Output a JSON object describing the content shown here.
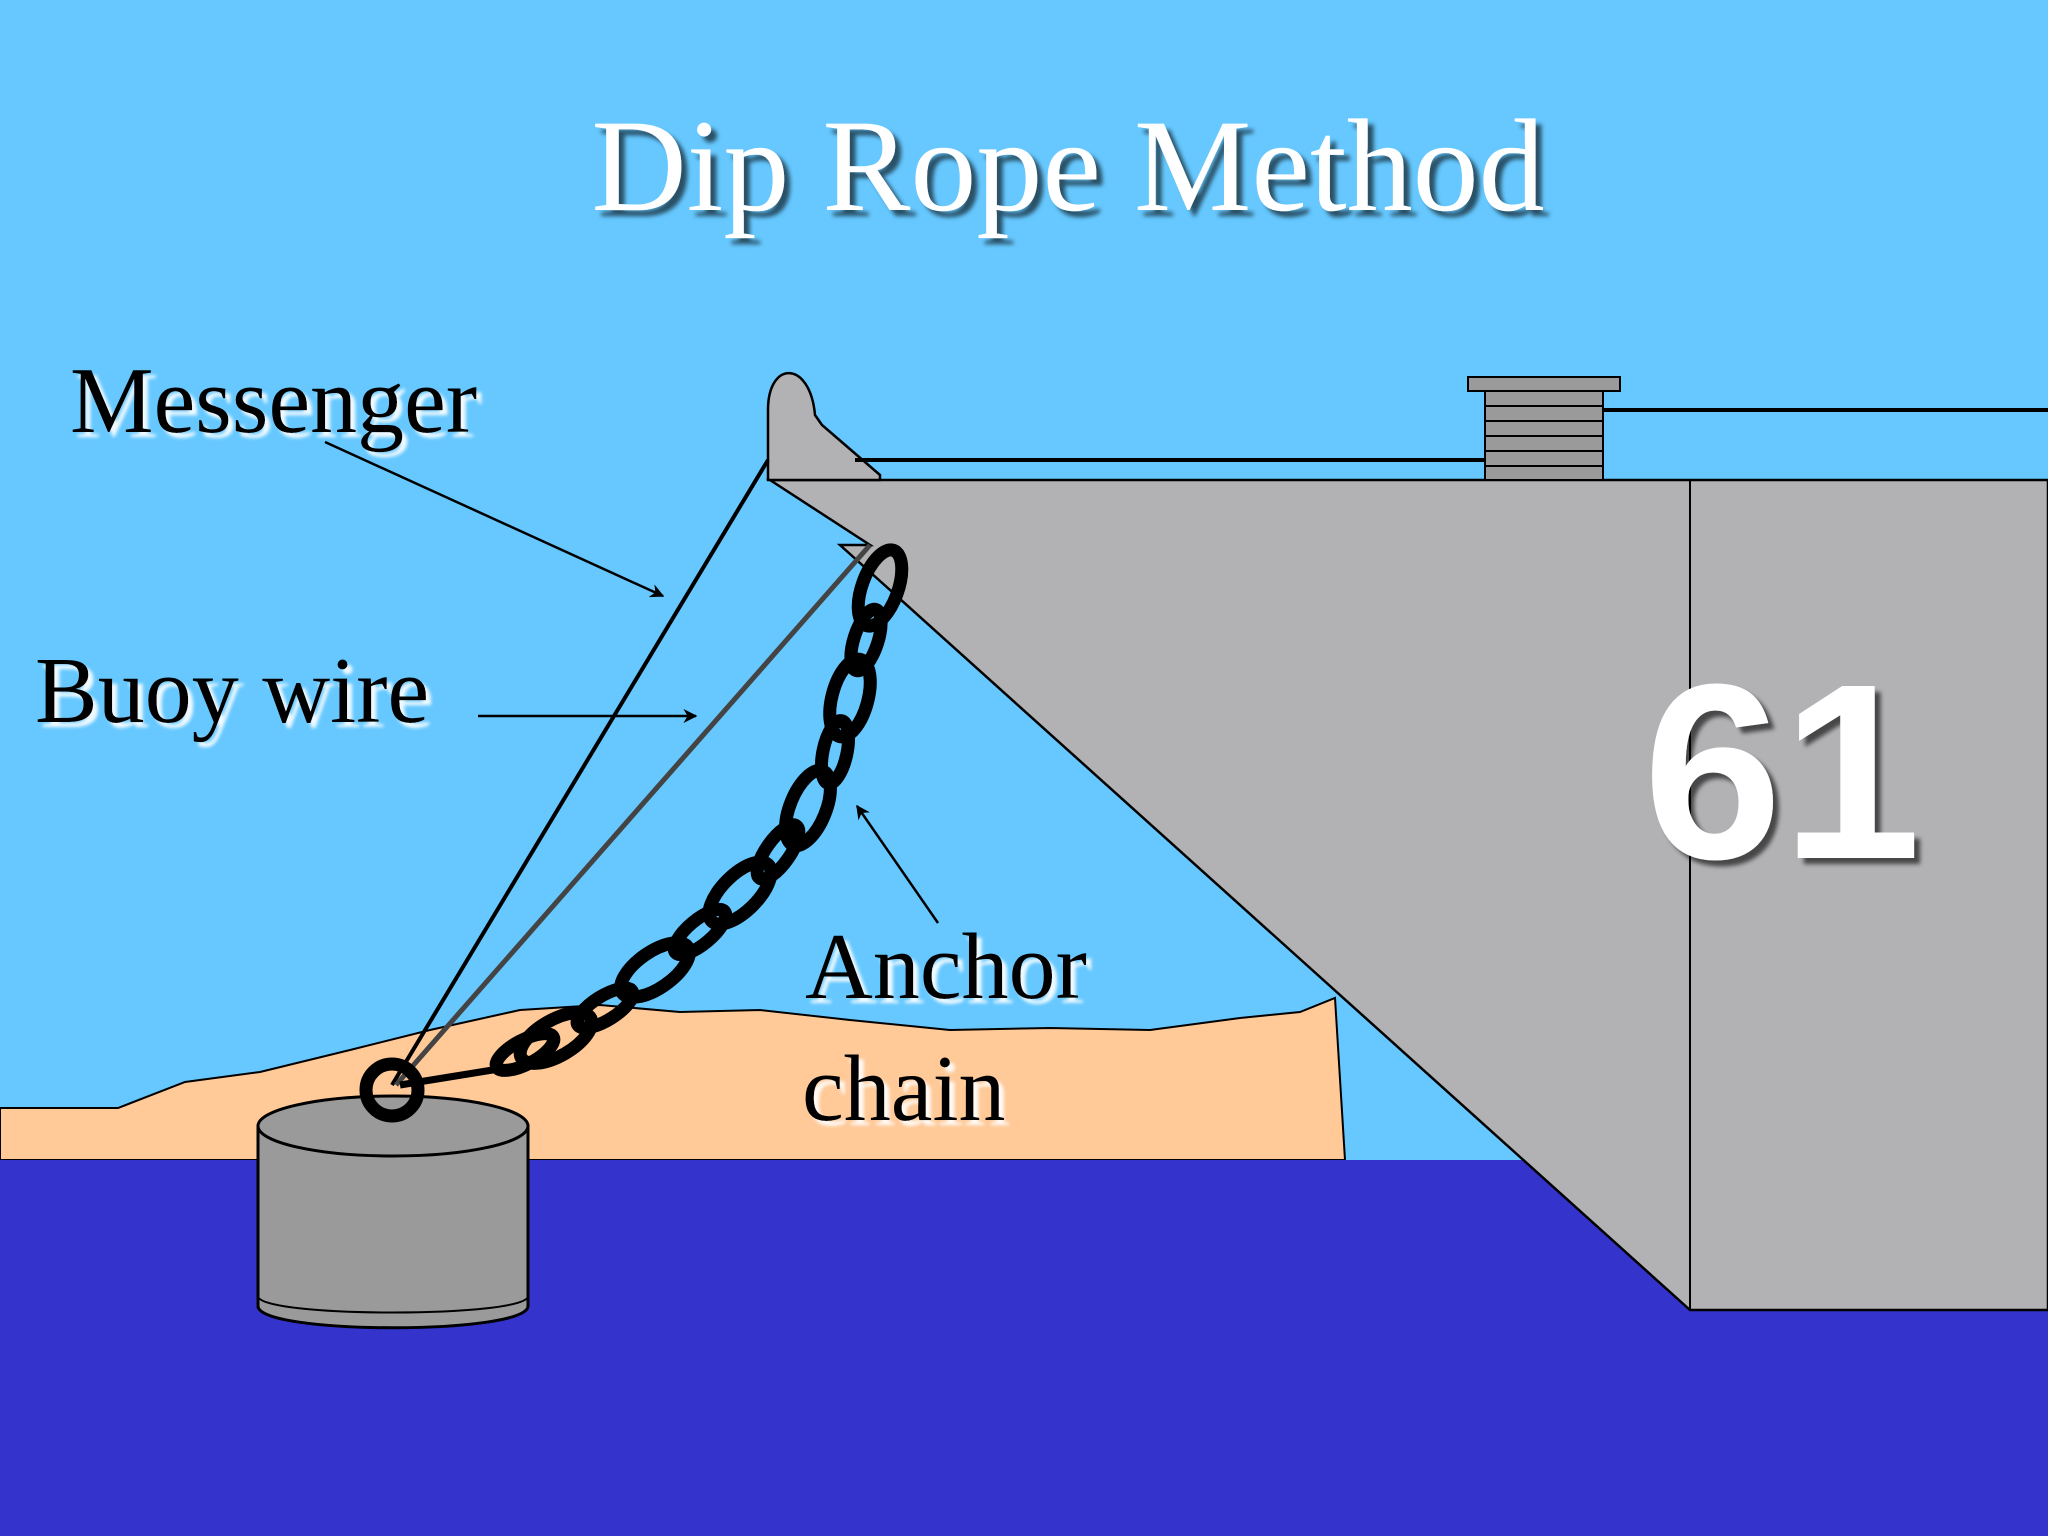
{
  "title": "Dip Rope Method",
  "labels": {
    "messenger": "Messenger",
    "buoy_wire": "Buoy wire",
    "anchor_line1": "Anchor",
    "anchor_line2": "chain"
  },
  "hull_number": "61",
  "colors": {
    "sky": "#66c8ff",
    "water": "#3434cc",
    "sand": "#ffc998",
    "ship": "#b2b1b4",
    "buoy": "#9a9a9a",
    "title_text": "#ffffff",
    "label_text": "#000000"
  }
}
